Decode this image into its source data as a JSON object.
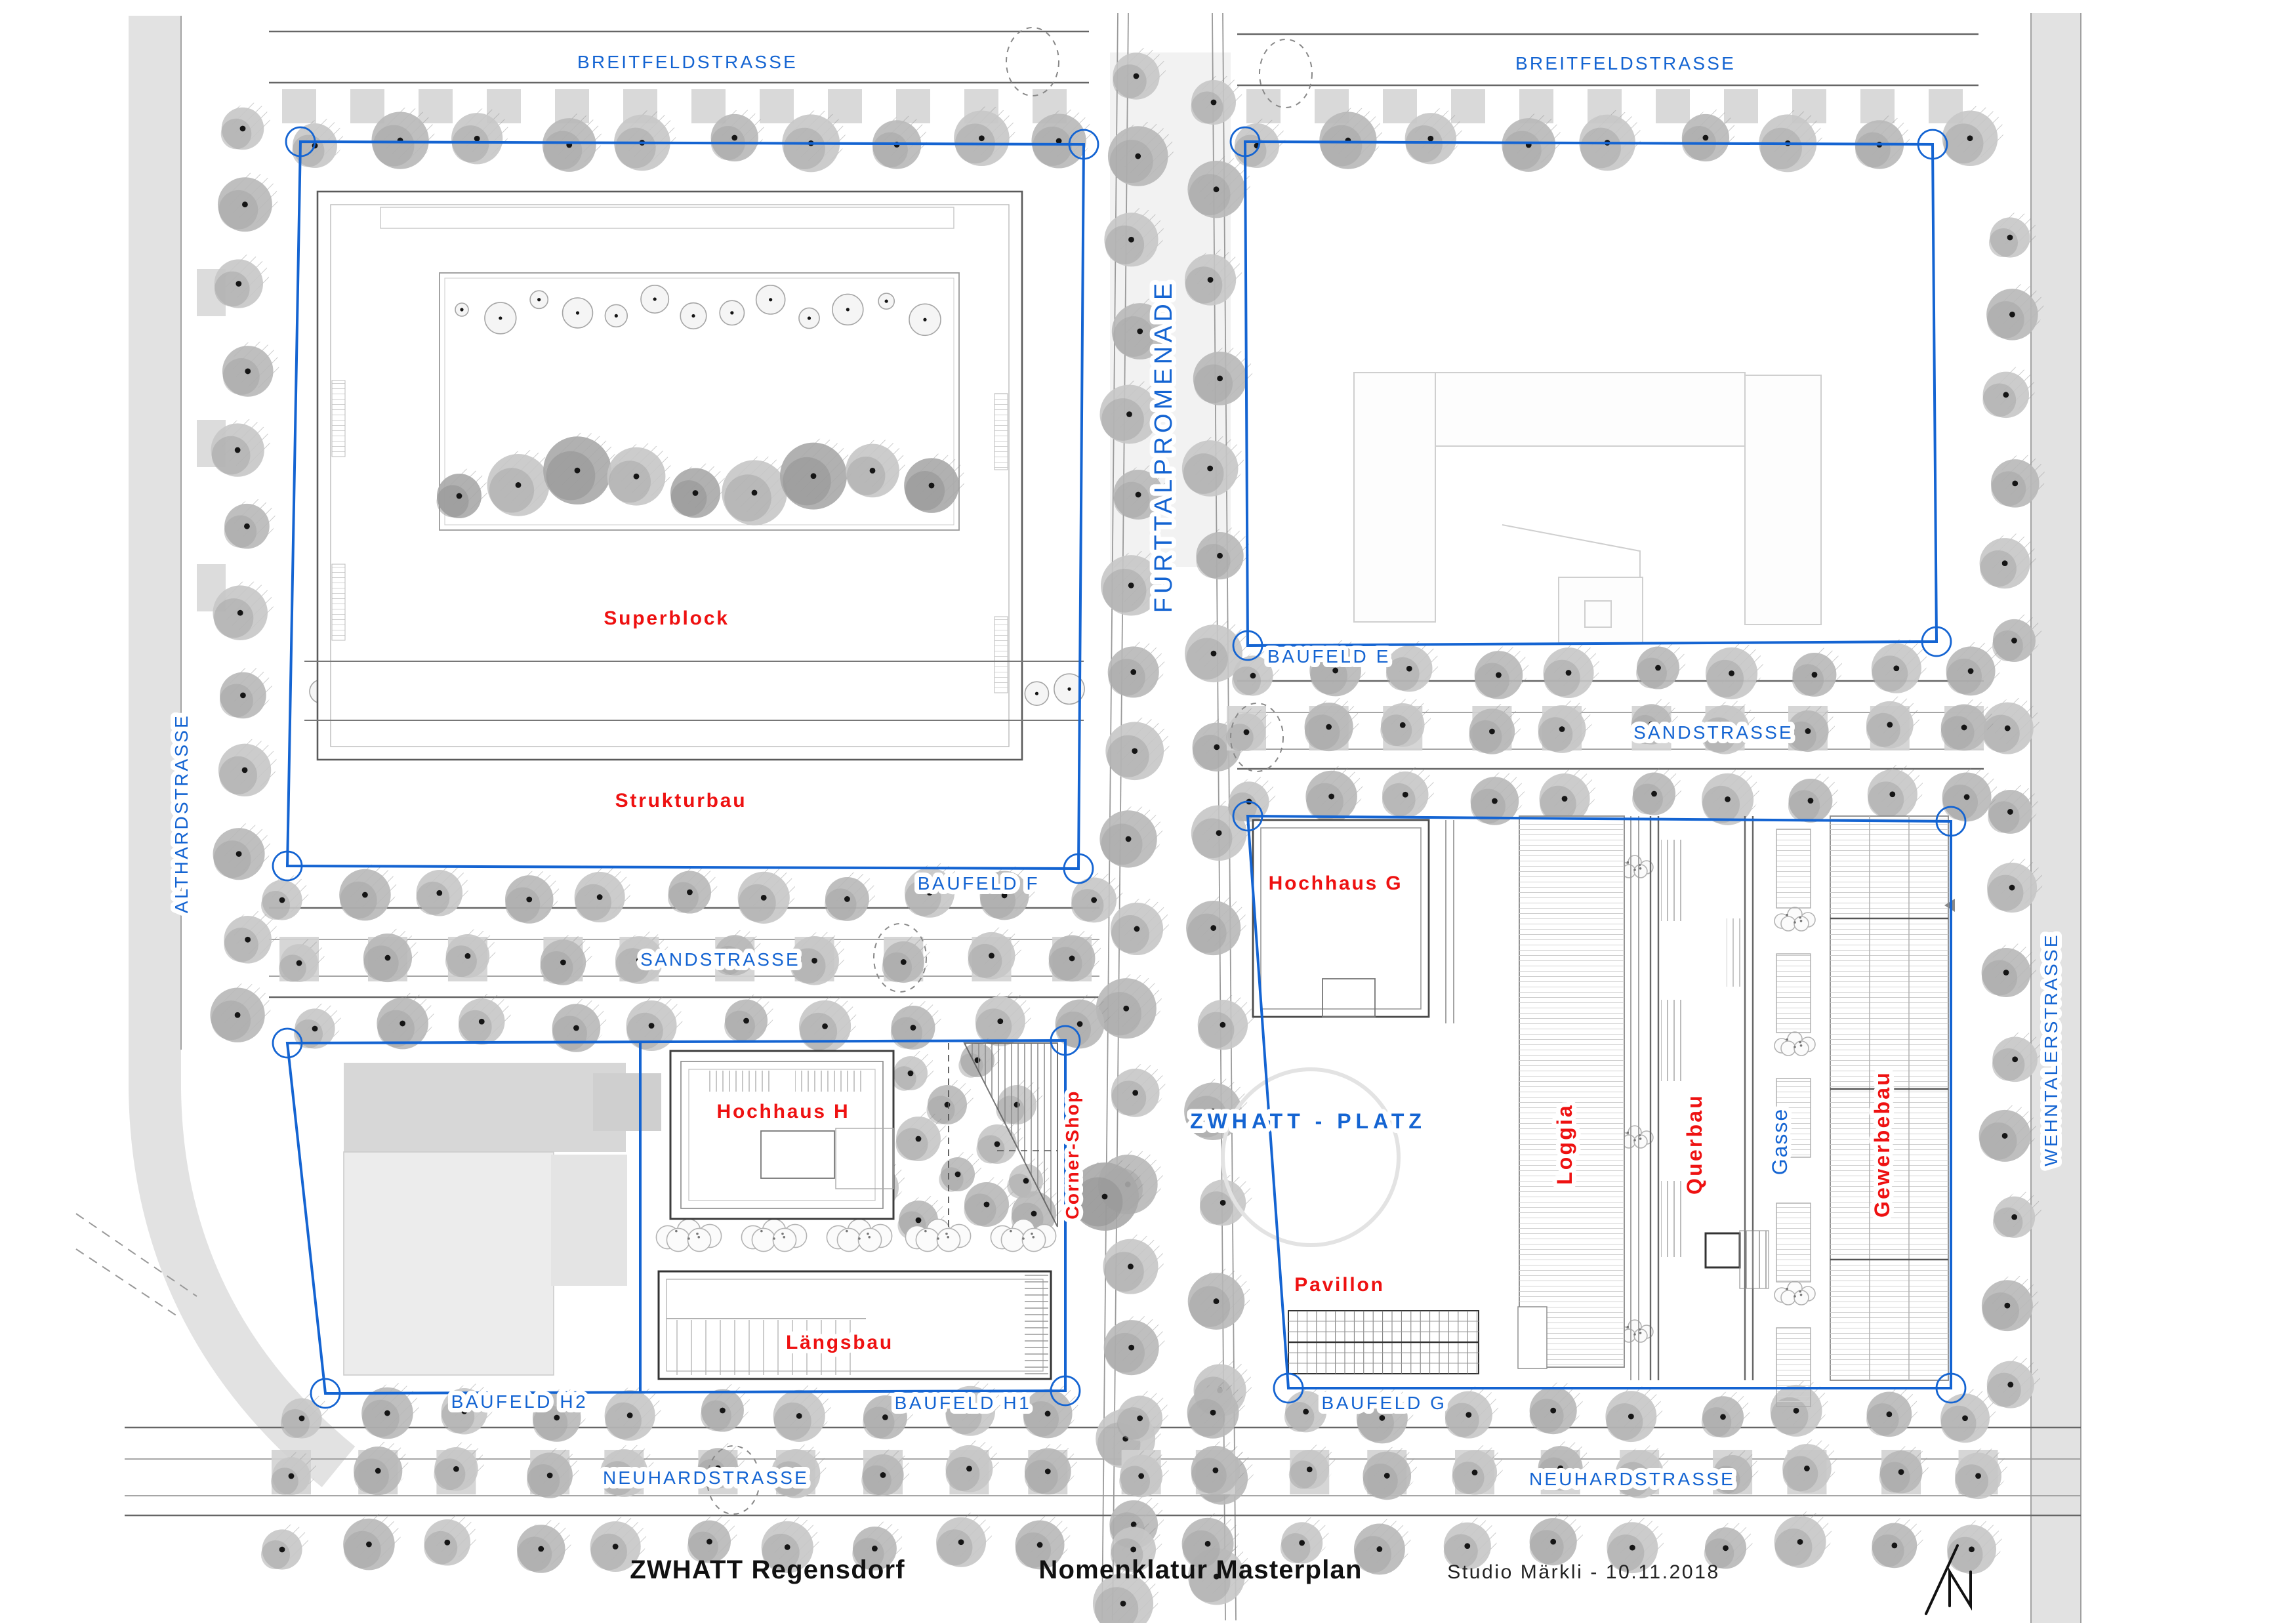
{
  "title_block": {
    "project": "ZWHATT Regensdorf",
    "document": "Nomenklatur Masterplan",
    "author_date": "Studio Märkli  - 10.11.2018"
  },
  "streets": {
    "breitfeldstrasse": "BREITFELDSTRASSE",
    "althardstrasse": "ALTHARDSTRASSE",
    "furttalpromenade": "FURTTALPROMENADE",
    "wehntalerstrasse": "WEHNTALERSTRASSE",
    "sandstrasse": "SANDSTRASSE",
    "neuhardstrasse": "NEUHARDSTRASSE"
  },
  "plots": {
    "baufeld_e": "BAUFELD E",
    "baufeld_f": "BAUFELD F",
    "baufeld_g": "BAUFELD G",
    "baufeld_h1": "BAUFELD H1",
    "baufeld_h2": "BAUFELD H2"
  },
  "places": {
    "zwhatt_platz": "ZWHATT - PLATZ",
    "gasse": "Gasse"
  },
  "buildings": {
    "superblock": "Superblock",
    "strukturbau": "Strukturbau",
    "hochhaus_g": "Hochhaus G",
    "hochhaus_h": "Hochhaus H",
    "corner_shop": "Corner-Shop",
    "laengsbau": "Längsbau",
    "loggia": "Loggia",
    "querbau": "Querbau",
    "gewerbebau": "Gewerbebau",
    "pavillon": "Pavillon"
  },
  "north_arrow": "N",
  "colors": {
    "street_blue": "#1464D2",
    "building_red": "#EE1111",
    "tree_gray": "#bcbcbc"
  }
}
